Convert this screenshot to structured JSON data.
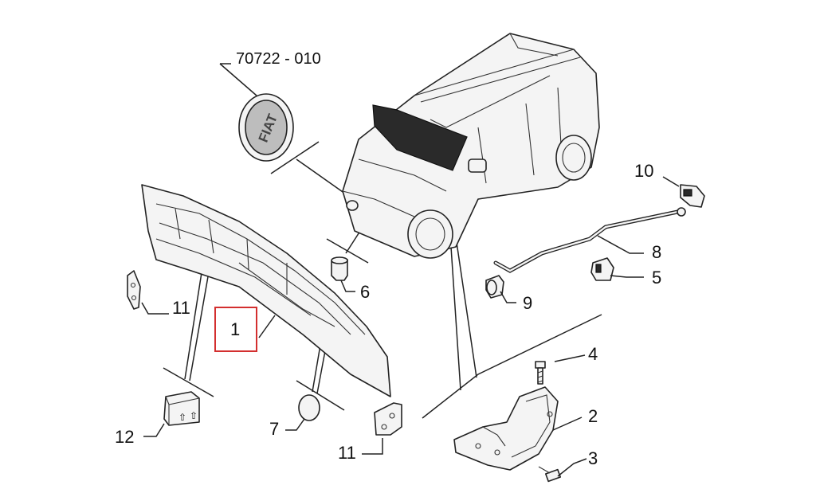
{
  "diagram": {
    "part_number": "70722 - 010",
    "callouts": [
      {
        "id": "c1",
        "label": "1"
      },
      {
        "id": "c2",
        "label": "2"
      },
      {
        "id": "c3",
        "label": "3"
      },
      {
        "id": "c4",
        "label": "4"
      },
      {
        "id": "c5",
        "label": "5"
      },
      {
        "id": "c6",
        "label": "6"
      },
      {
        "id": "c7",
        "label": "7"
      },
      {
        "id": "c8",
        "label": "8"
      },
      {
        "id": "c9",
        "label": "9"
      },
      {
        "id": "c10",
        "label": "10"
      },
      {
        "id": "c11a",
        "label": "11"
      },
      {
        "id": "c11b",
        "label": "11"
      },
      {
        "id": "c12",
        "label": "12"
      }
    ],
    "highlighted_callout": "1",
    "highlight_color": "#d32f2f",
    "emblem_text": "FIAT"
  }
}
